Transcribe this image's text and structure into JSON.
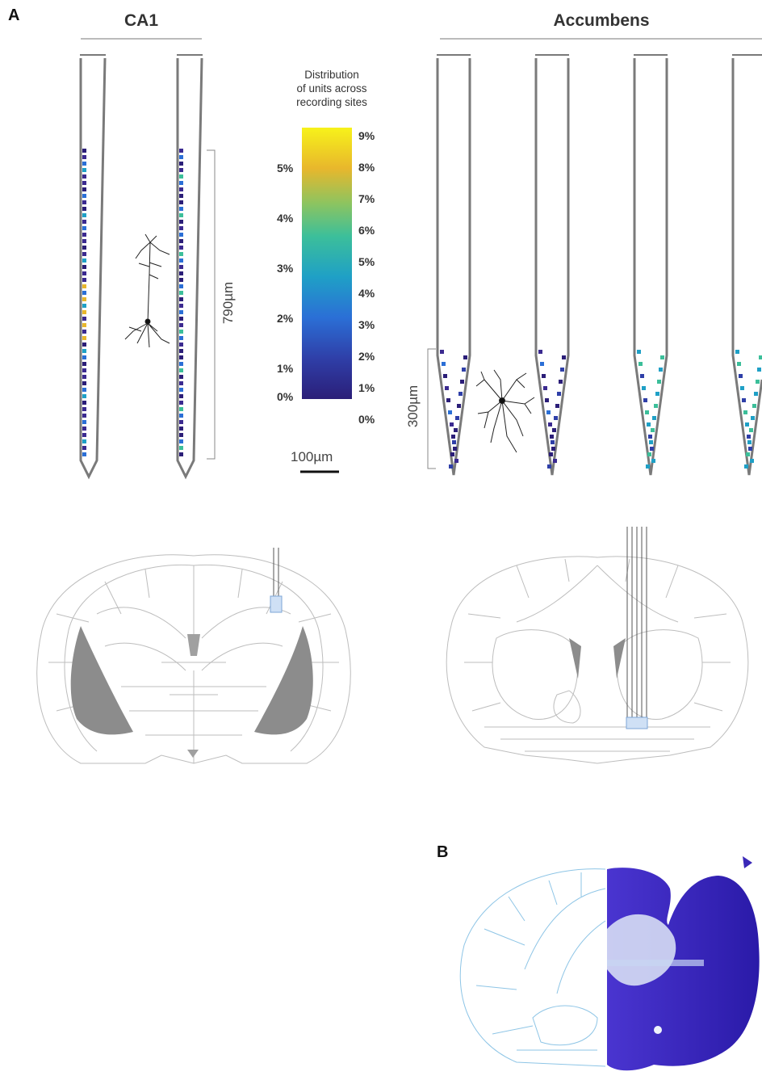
{
  "panel_a": {
    "label": "A",
    "ca1": {
      "title": "CA1",
      "depth_label": "790µm"
    },
    "accumbens": {
      "title": "Accumbens",
      "depth_label": "300µm"
    },
    "colorbar": {
      "title_lines": [
        "Distribution",
        "of units across",
        "recording sites"
      ],
      "left_ticks": [
        "5%",
        "4%",
        "3%",
        "2%",
        "1%",
        "0%"
      ],
      "right_ticks": [
        "9%",
        "8%",
        "7%",
        "6%",
        "5%",
        "4%",
        "3%",
        "2%",
        "1%",
        "0%"
      ]
    },
    "scale_bar": {
      "label": "100µm"
    }
  },
  "panel_b": {
    "label": "B"
  },
  "colors": {
    "probe_outline": "#7a7a7a",
    "grey_region": "#8c8c8c",
    "atlas_line": "#b9b9b9",
    "electrode_box": "#cfe0f5",
    "atlas_b": "#8ec5e6",
    "stain_dark": "#3a28b8",
    "stain_light": "#dfe7f7"
  }
}
